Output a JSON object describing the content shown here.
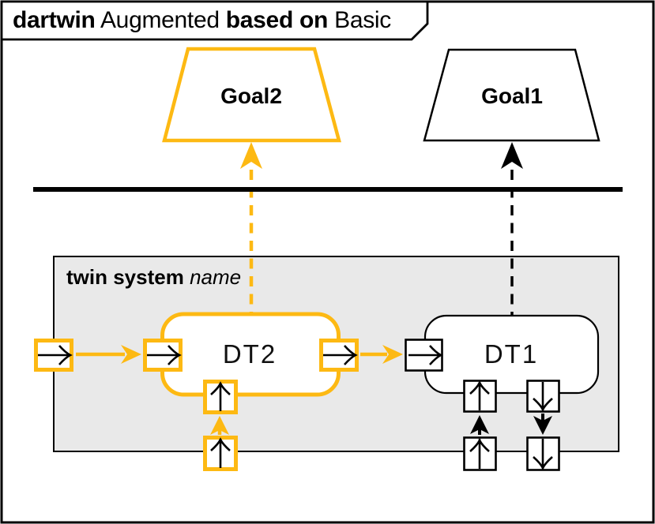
{
  "diagram": {
    "kind": "dartwin-frame-diagram",
    "frame_title": {
      "segments": [
        {
          "text": "dartwin",
          "style": "bold"
        },
        {
          "text": "Augmented",
          "style": "regular"
        },
        {
          "text": "based on",
          "style": "bold"
        },
        {
          "text": "Basic",
          "style": "regular"
        }
      ],
      "full_text": "dartwin Augmented based on Basic"
    },
    "goals": [
      {
        "label": "Goal2",
        "outline_color": "#FDB913",
        "connector": "dashed-arrow-up-yellow"
      },
      {
        "label": "Goal1",
        "outline_color": "#000000",
        "connector": "dashed-arrow-up-black"
      }
    ],
    "twin_system": {
      "label_keyword": "twin system",
      "label_name": "name",
      "fill_color": "#E9E9E9"
    },
    "nodes": [
      {
        "label": "DT2",
        "outline_color": "#FDB913"
      },
      {
        "label": "DT1",
        "outline_color": "#000000"
      }
    ],
    "colors": {
      "accent_yellow": "#FDB913",
      "black": "#000000",
      "twin_fill": "#E9E9E9",
      "background": "#FFFFFF"
    },
    "icons": {
      "port_glyphs": [
        "flow-right-icon",
        "flow-up-icon",
        "flow-down-icon"
      ]
    }
  }
}
